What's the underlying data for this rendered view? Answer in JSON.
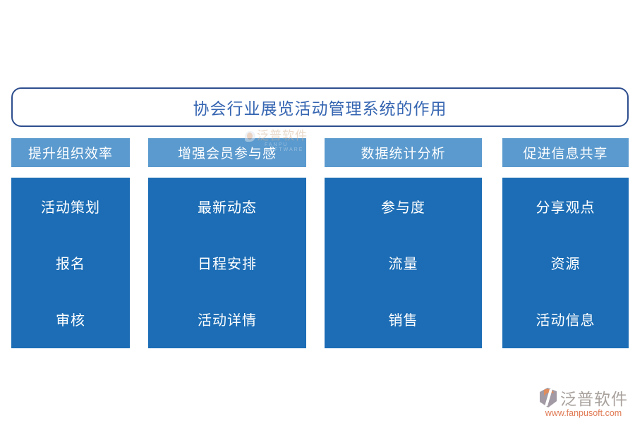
{
  "title": "协会行业展览活动管理系统的作用",
  "columns": [
    {
      "header": "提升组织效率",
      "items": [
        "活动策划",
        "报名",
        "审核"
      ]
    },
    {
      "header": "增强会员参与感",
      "items": [
        "最新动态",
        "日程安排",
        "活动详情"
      ]
    },
    {
      "header": "数据统计分析",
      "items": [
        "参与度",
        "流量",
        "销售"
      ]
    },
    {
      "header": "促进信息共享",
      "items": [
        "分享观点",
        "资源",
        "活动信息"
      ]
    }
  ],
  "watermark": {
    "name": "泛普软件",
    "subtext": "FANPU SOFTWARE"
  },
  "brand": {
    "name": "泛普软件",
    "url": "www.fanpusoft.com",
    "icon": "fanpu-logo-icon"
  },
  "colors": {
    "header_bg": "#5b9ace",
    "body_bg": "#1c6db5",
    "title_text": "#3565b1",
    "title_border": "#2e4e8e",
    "item_text": "#ffffff",
    "brand_name_text": "#a8a19c",
    "brand_url_text": "#e07a54"
  }
}
